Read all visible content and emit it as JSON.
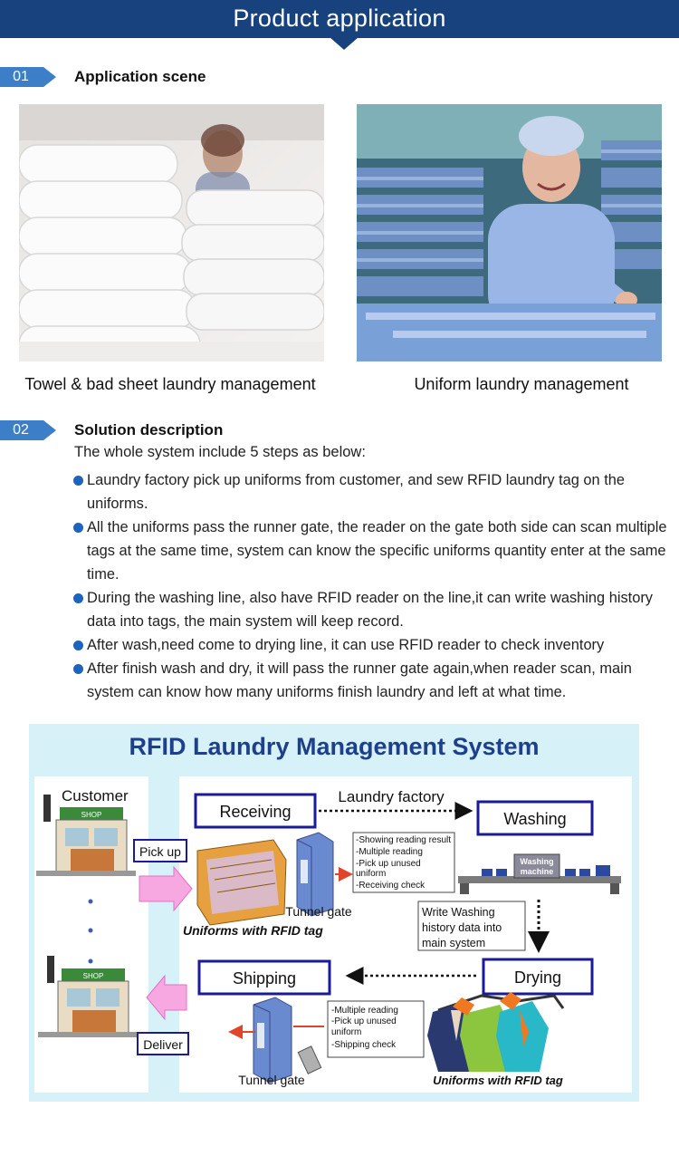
{
  "header": {
    "title": "Product application"
  },
  "section1": {
    "number": "01",
    "title": "Application scene",
    "captions": [
      "Towel & bad sheet laundry management",
      "Uniform laundry management"
    ]
  },
  "section2": {
    "number": "02",
    "title": "Solution description",
    "intro": "The whole system include 5 steps as below:",
    "bullets": [
      "Laundry factory pick up uniforms from customer, and sew RFID laundry tag on the uniforms.",
      "All the uniforms pass the runner gate, the reader on the gate both side can scan multiple tags at the same time, system can know the specific uniforms quantity enter at the same time.",
      "During the washing line, also have RFID reader on the line,it can write washing history data into tags, the main system will keep record.",
      "After wash,need come to drying line, it can use RFID reader to check inventory",
      "After finish wash and dry, it will pass the runner gate again,when reader scan, main system can know how many uniforms finish laundry and left at what time."
    ]
  },
  "diagram": {
    "title": "RFID Laundry Management  System",
    "customer": "Customer",
    "pick_up": "Pick up",
    "deliver": "Deliver",
    "laundry_factory": "Laundry factory",
    "receiving": "Receiving",
    "washing": "Washing",
    "shipping": "Shipping",
    "drying": "Drying",
    "receiving_notes": [
      "-Showing reading result",
      "-Multiple reading",
      "-Pick up unused",
      "  uniform",
      "-Receiving check"
    ],
    "tunnel_gate": "Tunnel gate",
    "uniforms_rfid": "Uniforms with RFID tag",
    "washing_machine": [
      "Washing",
      "machine"
    ],
    "write_washing": [
      "Write Washing",
      "history data into",
      "main system"
    ],
    "shipping_notes": [
      "-Multiple reading",
      "-Pick up unused",
      " uniform",
      "-Shipping check"
    ],
    "store_sign": "SHOP"
  },
  "colors": {
    "banner": "#17427e",
    "tag": "#3c7fc8",
    "bullet": "#1b64c0",
    "diagram_bg": "#d6f2f8",
    "diagram_title": "#1d3f8c"
  }
}
